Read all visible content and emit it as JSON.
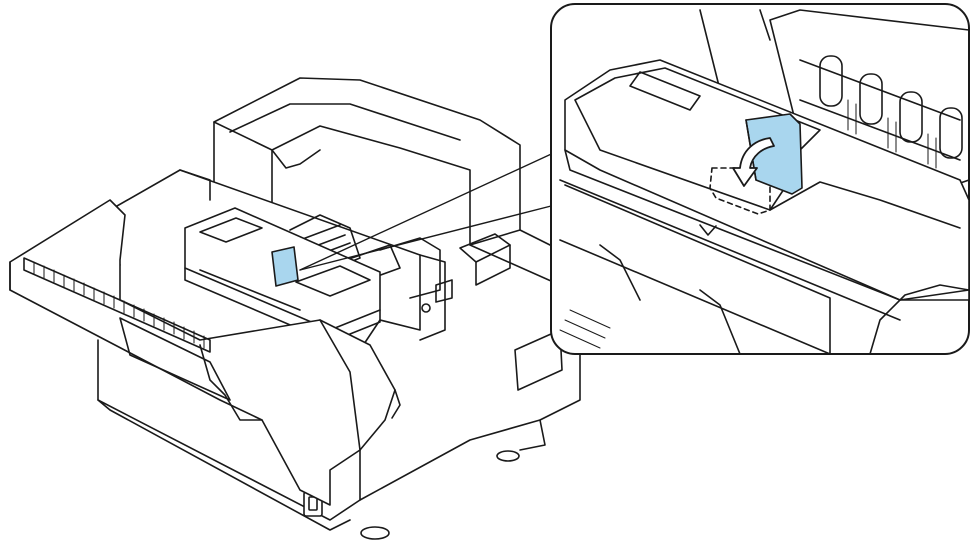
{
  "illustration": {
    "subject": "printer-with-open-cover",
    "callout": "zoomed-detail-of-release-tab",
    "action": "flip-tab-down"
  },
  "colors": {
    "line": "#1a1a1a",
    "highlight": "#a9d6ee",
    "highlight_stroke": "#1a1a1a",
    "arrow": "#1a1a1a",
    "background": "#ffffff",
    "callout_border": "#1a1a1a"
  },
  "icons": {
    "curved_arrow": "curved-arrow-down-icon",
    "dashed_outline": "tab-destination-outline"
  }
}
